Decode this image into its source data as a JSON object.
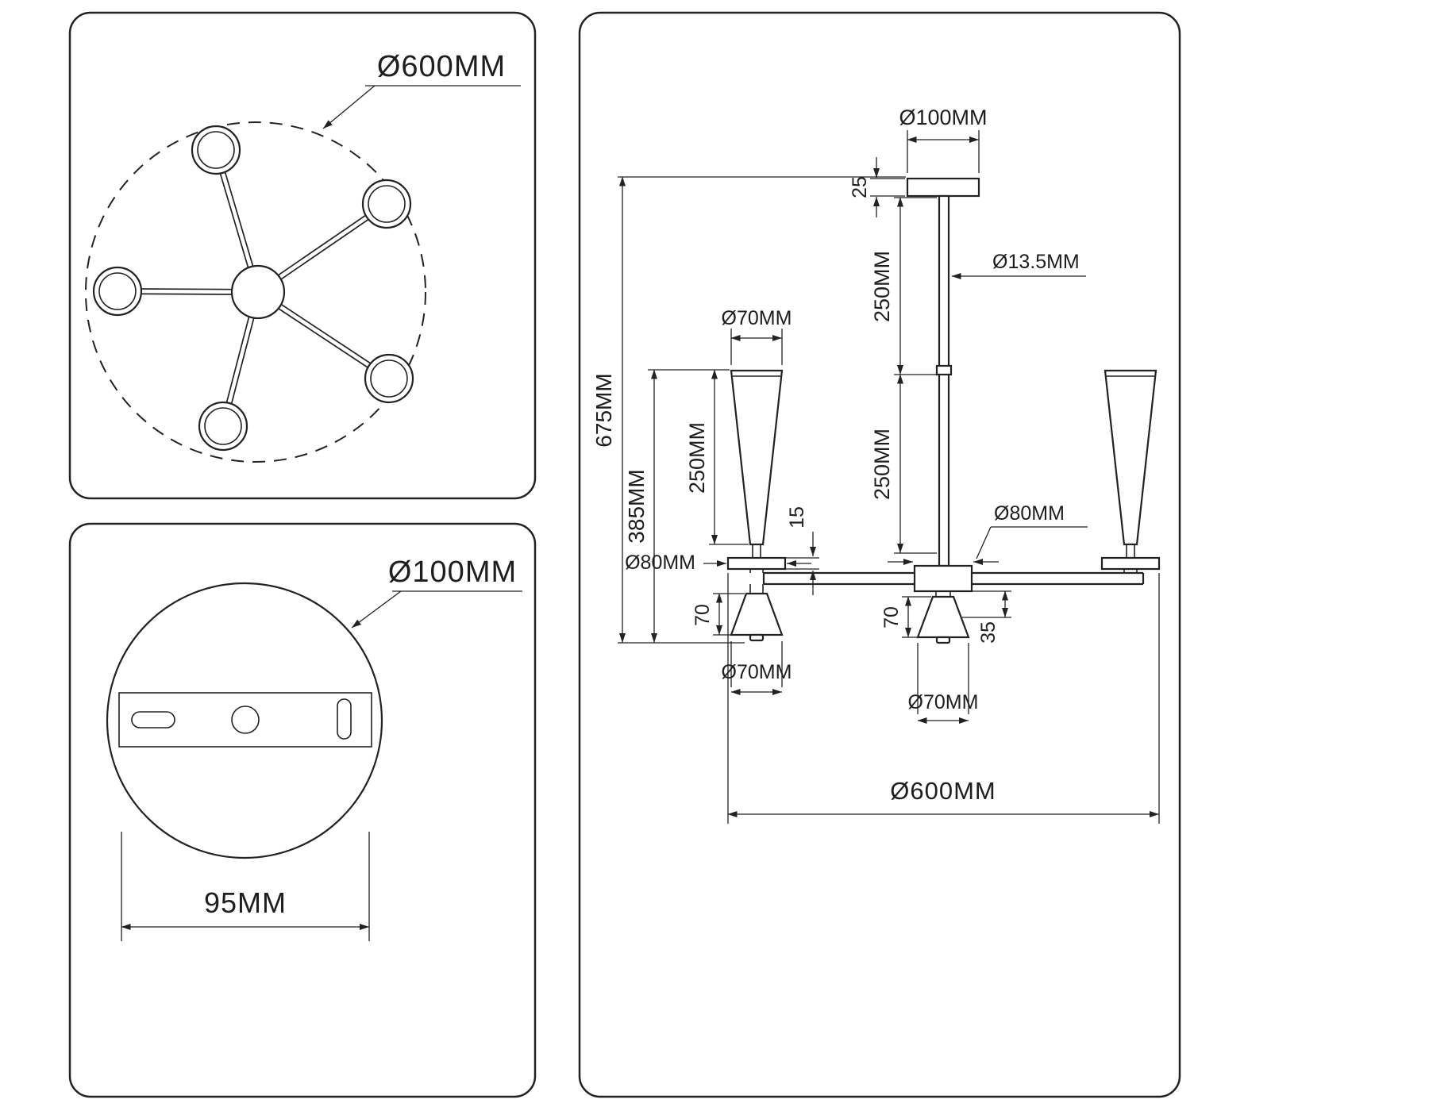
{
  "colors": {
    "ink": "#222222",
    "background": "#ffffff"
  },
  "top_view": {
    "outer_diameter": "Ø600MM"
  },
  "canopy_view": {
    "diameter": "Ø100MM",
    "bracket_width": "95MM"
  },
  "side_view": {
    "canopy_diameter": "Ø100MM",
    "canopy_height": "25",
    "rod_diameter": "Ø13.5MM",
    "rod_upper": "250MM",
    "rod_lower": "250MM",
    "total_height": "675MM",
    "body_height": "385MM",
    "shade_height": "250MM",
    "shade_top_diameter": "Ø70MM",
    "plate_diameter": "Ø80MM",
    "hub_diameter": "Ø80MM",
    "plate_thickness": "15",
    "cone_height_left": "70",
    "cone_height_center": "70",
    "socket_height": "35",
    "cone_diameter_left": "Ø70MM",
    "cone_diameter_center": "Ø70MM",
    "total_width": "Ø600MM"
  }
}
